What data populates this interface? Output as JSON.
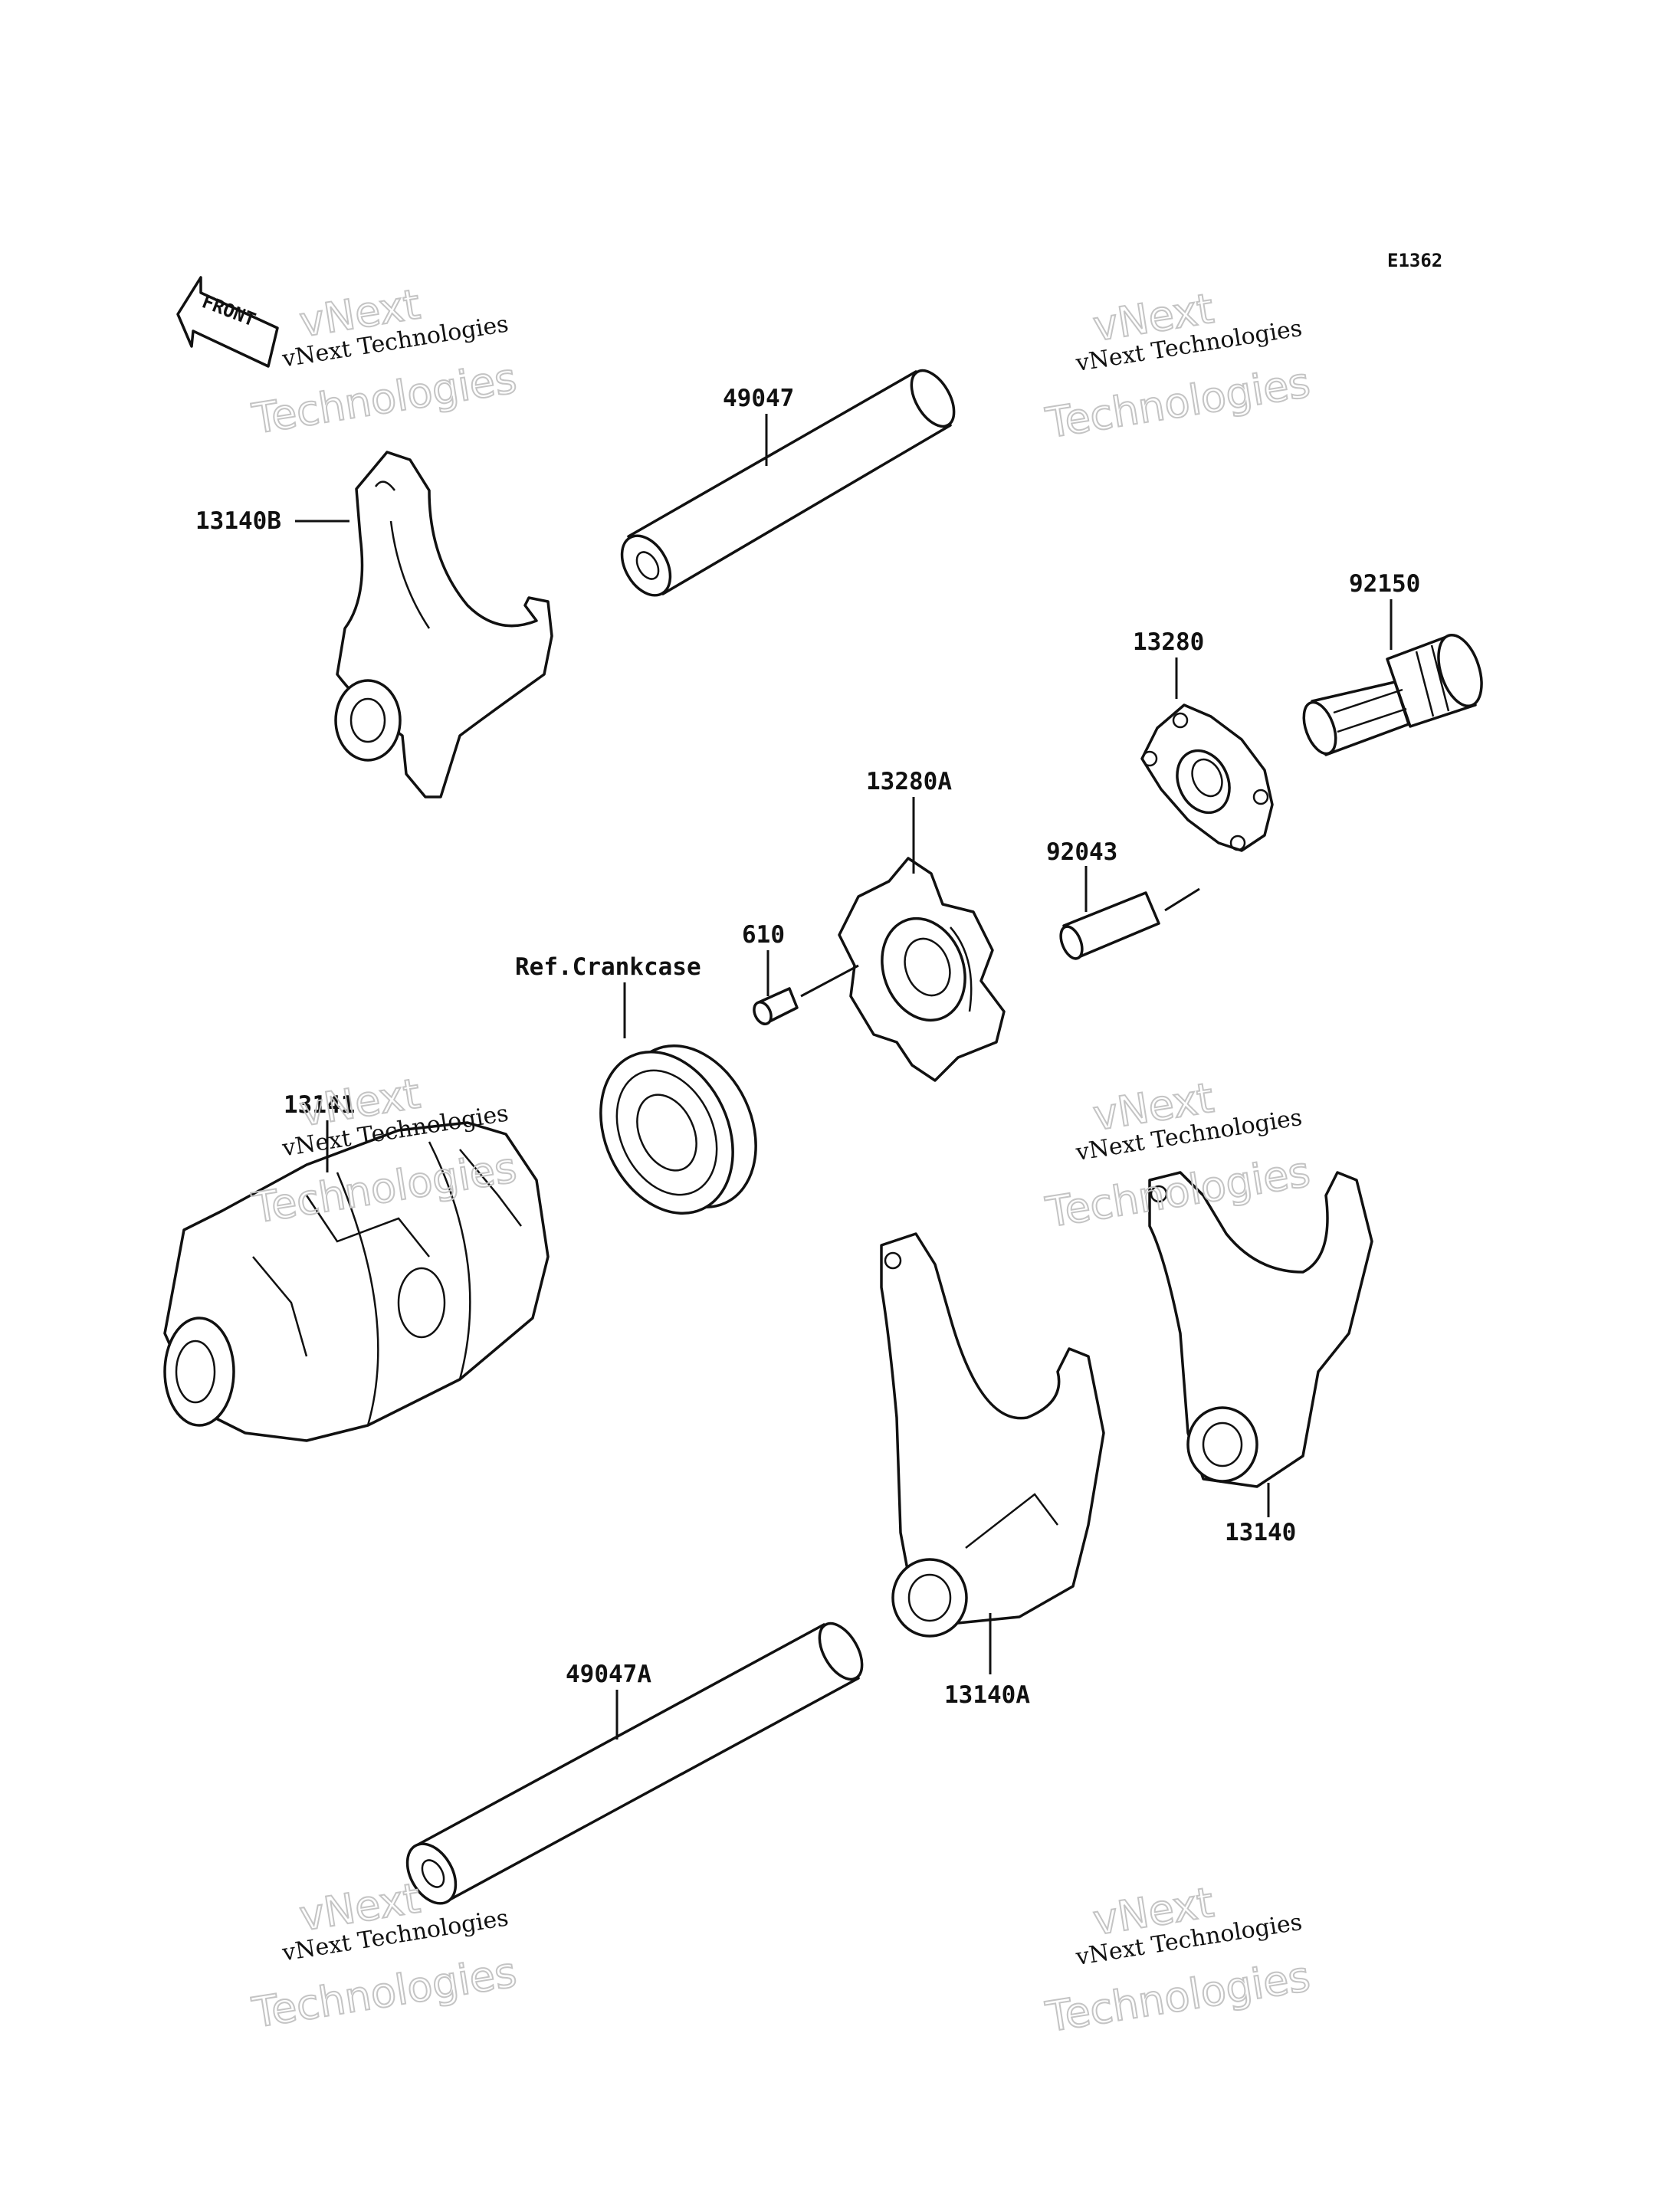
{
  "diagram_code": "E1362",
  "front_label": "FRONT",
  "watermark": {
    "line1": "vNext Technologies",
    "line2a": "vNext",
    "line2b": "Technologies"
  },
  "parts": [
    {
      "id": "49047",
      "label": "49047",
      "name": "shaft upper"
    },
    {
      "id": "13140B",
      "label": "13140B",
      "name": "shift fork"
    },
    {
      "id": "92150",
      "label": "92150",
      "name": "bolt"
    },
    {
      "id": "13280",
      "label": "13280",
      "name": "plate"
    },
    {
      "id": "13280A",
      "label": "13280A",
      "name": "star plate"
    },
    {
      "id": "92043",
      "label": "92043",
      "name": "pin"
    },
    {
      "id": "610",
      "label": "610",
      "name": "pin small"
    },
    {
      "id": "ref",
      "label": "Ref.Crankcase",
      "name": "bearing"
    },
    {
      "id": "13141",
      "label": "13141",
      "name": "shift drum"
    },
    {
      "id": "13140",
      "label": "13140",
      "name": "shift fork right"
    },
    {
      "id": "13140A",
      "label": "13140A",
      "name": "shift fork lower"
    },
    {
      "id": "49047A",
      "label": "49047A",
      "name": "shaft lower"
    }
  ]
}
